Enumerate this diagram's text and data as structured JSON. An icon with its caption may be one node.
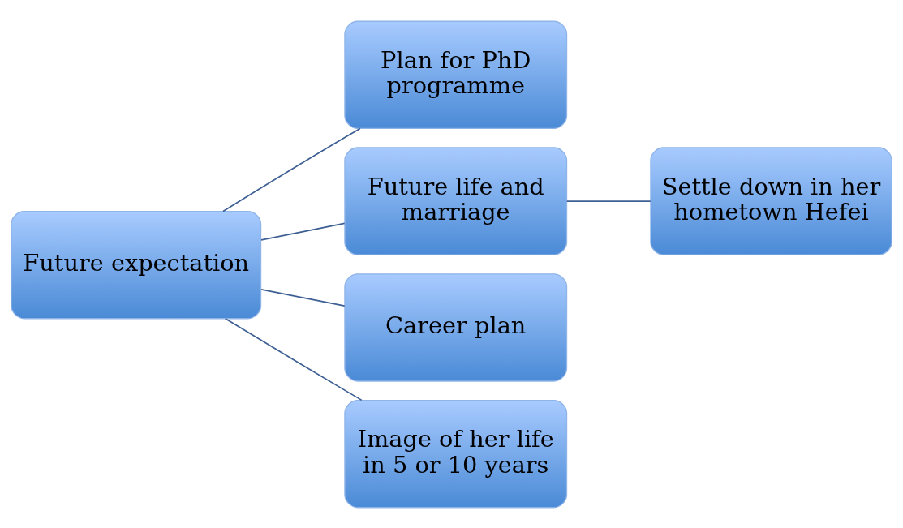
{
  "diagram": {
    "nodes": [
      {
        "text": [
          "Future expectation"
        ]
      },
      {
        "text": [
          "Plan for PhD programme"
        ]
      },
      {
        "text": [
          "Future life and marriage"
        ]
      },
      {
        "text": [
          "Settle down in her hometown Hefei"
        ]
      },
      {
        "text": [
          "Career plan"
        ]
      },
      {
        "text": [
          "Image of her life in 5 or 10 years"
        ]
      }
    ],
    "edges": [
      {
        "from": 0,
        "to": 1,
        "arrow": "none"
      },
      {
        "from": 0,
        "to": 2,
        "arrow": "none"
      },
      {
        "from": 0,
        "to": 4,
        "arrow": "none"
      },
      {
        "from": 0,
        "to": 5,
        "arrow": "none"
      },
      {
        "from": 2,
        "to": 3,
        "arrow": "none"
      }
    ]
  }
}
